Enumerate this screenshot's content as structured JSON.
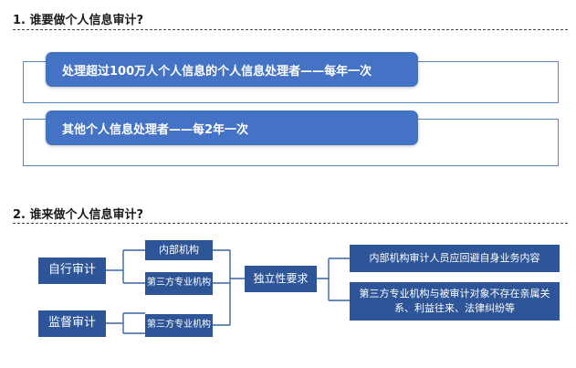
{
  "section1": {
    "heading": "1. 谁要做个人信息审计?",
    "items": [
      {
        "label": "处理超过100万人个人信息的个人信息处理者——每年一次"
      },
      {
        "label": "其他个人信息处理者——每2年一次"
      }
    ]
  },
  "section2": {
    "heading": "2. 谁来做个人信息审计?",
    "self_audit": "自行审计",
    "supervised_audit": "监督审计",
    "internal_org": "内部机构",
    "third_party_org_1": "第三方专业机构",
    "third_party_org_2": "第三方专业机构",
    "independence": "独立性要求",
    "requirement_internal": "内部机构审计人员应回避自身业务内容",
    "requirement_third_party": "第三方专业机构与被审计对象不存在亲属关系、利益往来、法律纠纷等"
  },
  "colors": {
    "pill": "#4472c4",
    "box": "#2e5597",
    "outline": "#5b86c5"
  }
}
